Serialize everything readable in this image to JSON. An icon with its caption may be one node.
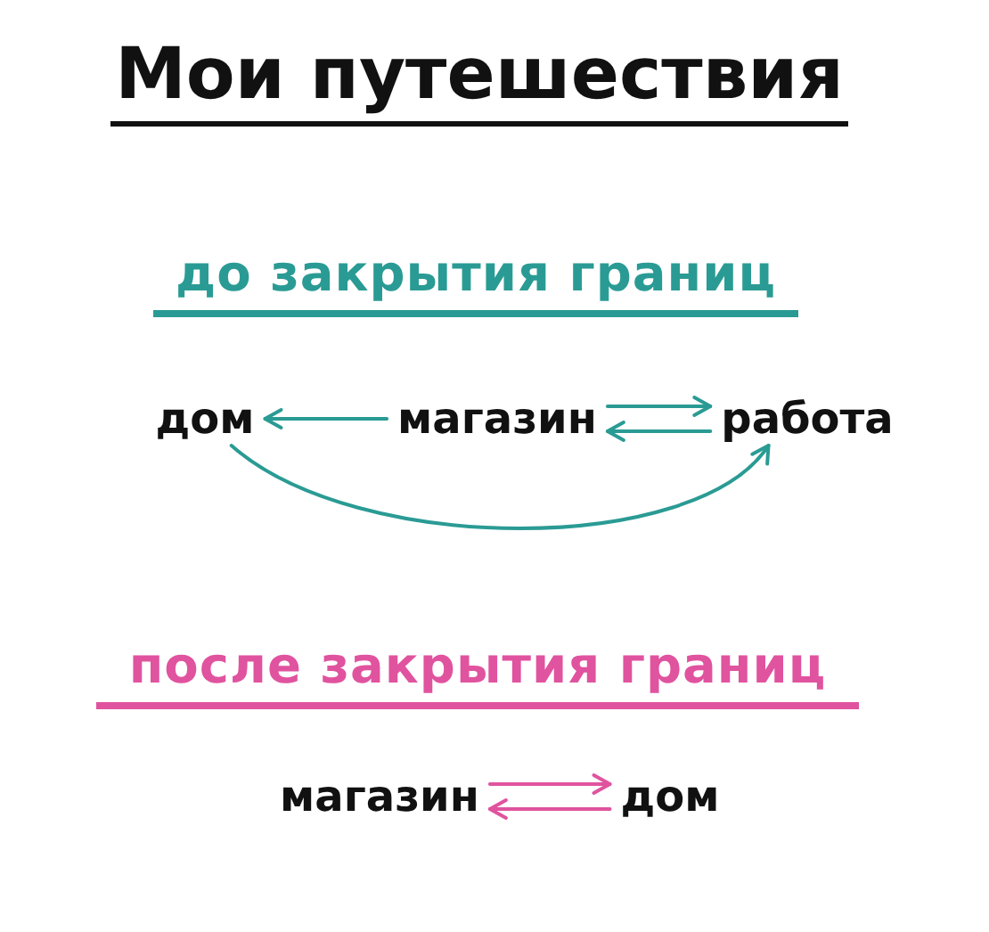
{
  "diagram": {
    "title": "Мои путешествия",
    "nodes": [
      {
        "text": [
          "дом"
        ]
      },
      {
        "text": [
          "магазин"
        ]
      },
      {
        "text": [
          "работа"
        ]
      },
      {
        "text": [
          "магазин"
        ]
      },
      {
        "text": [
          "дом"
        ]
      }
    ],
    "edges": [
      {
        "from": 1,
        "to": 0,
        "arrow": "to"
      },
      {
        "from": 1,
        "to": 2,
        "arrow": "to"
      },
      {
        "from": 2,
        "to": 1,
        "arrow": "to"
      },
      {
        "from": 0,
        "to": 2,
        "arrow": "to"
      },
      {
        "from": 3,
        "to": 4,
        "arrow": "to",
        "color": "#e0539f"
      },
      {
        "from": 4,
        "to": 3,
        "arrow": "to",
        "color": "#e0539f"
      }
    ],
    "labels": [
      "до закрытия границ",
      "после закрытия границ"
    ]
  }
}
